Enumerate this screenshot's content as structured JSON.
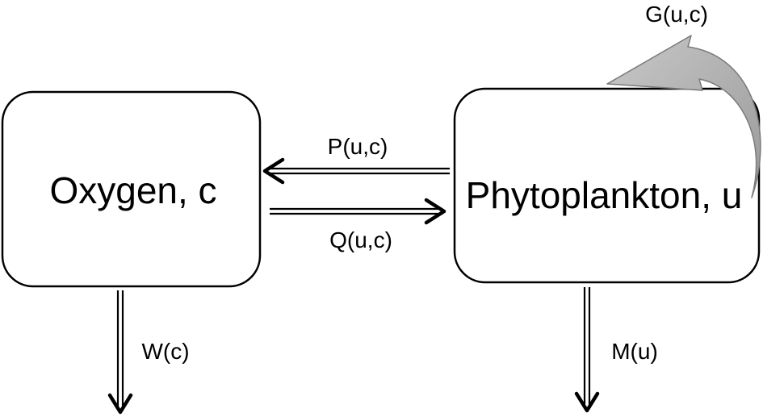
{
  "nodes": {
    "oxygen": {
      "label": "Oxygen, c"
    },
    "phytoplankton": {
      "label": "Phytoplankton, u"
    }
  },
  "flows": {
    "p": {
      "label": "P(u,c)",
      "from": "phytoplankton",
      "to": "oxygen"
    },
    "q": {
      "label": "Q(u,c)",
      "from": "oxygen",
      "to": "phytoplankton"
    },
    "w": {
      "label": "W(c)",
      "from": "oxygen"
    },
    "m": {
      "label": "M(u)",
      "from": "phytoplankton"
    },
    "g": {
      "label": "G(u,c)",
      "from": "phytoplankton",
      "to": "phytoplankton"
    }
  },
  "colors": {
    "box_stroke": "#000000",
    "self_loop_fill": "#a6a6a6",
    "self_loop_light": "#c8c8c8"
  }
}
